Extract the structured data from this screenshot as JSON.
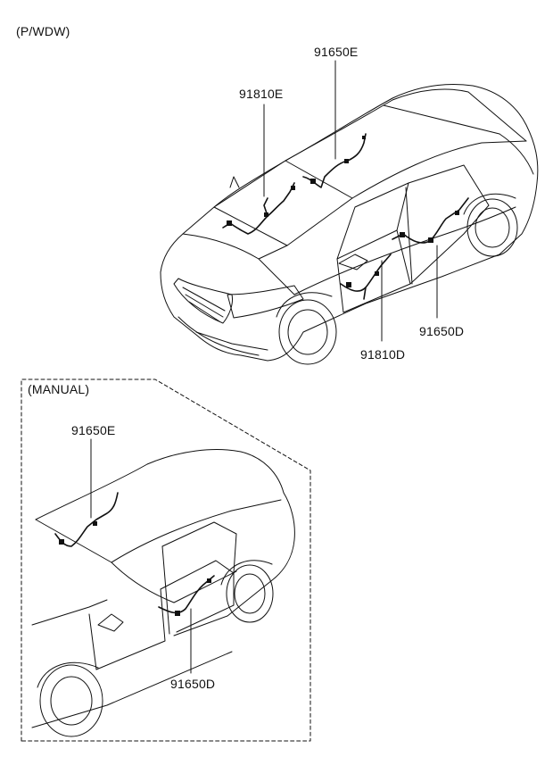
{
  "section_labels": {
    "pwdw": "(P/WDW)",
    "manual": "(MANUAL)"
  },
  "parts_top": {
    "rear_door_harness": "91650E",
    "front_door_harness_left": "91810E",
    "front_door_harness_right": "91810D",
    "rear_door_harness_right": "91650D"
  },
  "parts_bottom": {
    "rear_door_harness": "91650E",
    "rear_door_harness_right": "91650D"
  },
  "colors": {
    "line": "#111111",
    "background": "#ffffff"
  }
}
